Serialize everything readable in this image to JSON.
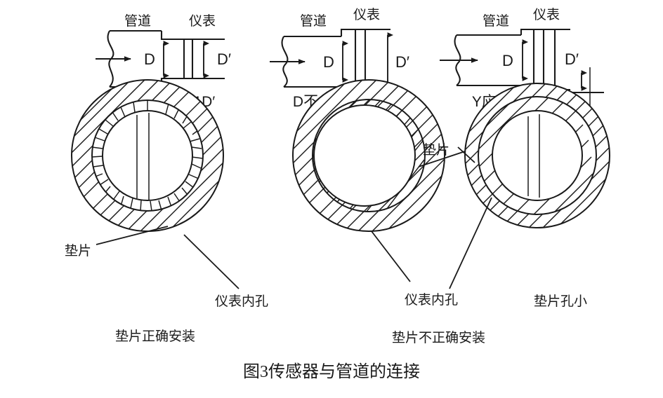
{
  "figure": {
    "title": "图3传感器与管道的连接",
    "background_color": "#ffffff",
    "line_color": "#1a1a1a"
  },
  "top_row": {
    "diagrams": [
      {
        "id": "pipe-larger-than-meter",
        "pipe_label": "管道",
        "meter_label": "仪表",
        "pipe_dim_label": "D",
        "meter_dim_label": "D′",
        "note": "D不大于1.1D′"
      },
      {
        "id": "pipe-smaller-than-meter",
        "pipe_label": "管道",
        "meter_label": "仪表",
        "pipe_dim_label": "D",
        "meter_dim_label": "D′",
        "note": "D不小于0.95D′"
      },
      {
        "id": "pipe-axial-offset",
        "pipe_label": "管道",
        "meter_label": "仪表",
        "pipe_dim_label": "D",
        "meter_dim_label": "D′",
        "note": "Y应小于D′ 5%"
      }
    ]
  },
  "bottom_row": {
    "left": {
      "id": "gasket-correct",
      "gasket_label": "垫片",
      "bore_label": "仪表内孔",
      "caption": "垫片正确安装"
    },
    "middle": {
      "id": "gasket-offset",
      "gasket_label": "垫片",
      "bore_label": "仪表内孔"
    },
    "right": {
      "id": "gasket-hole-too-small",
      "gasket_label": "垫片",
      "bore_label": "仪表内孔",
      "note": "垫片孔小"
    },
    "incorrect_caption": "垫片不正确安装"
  }
}
